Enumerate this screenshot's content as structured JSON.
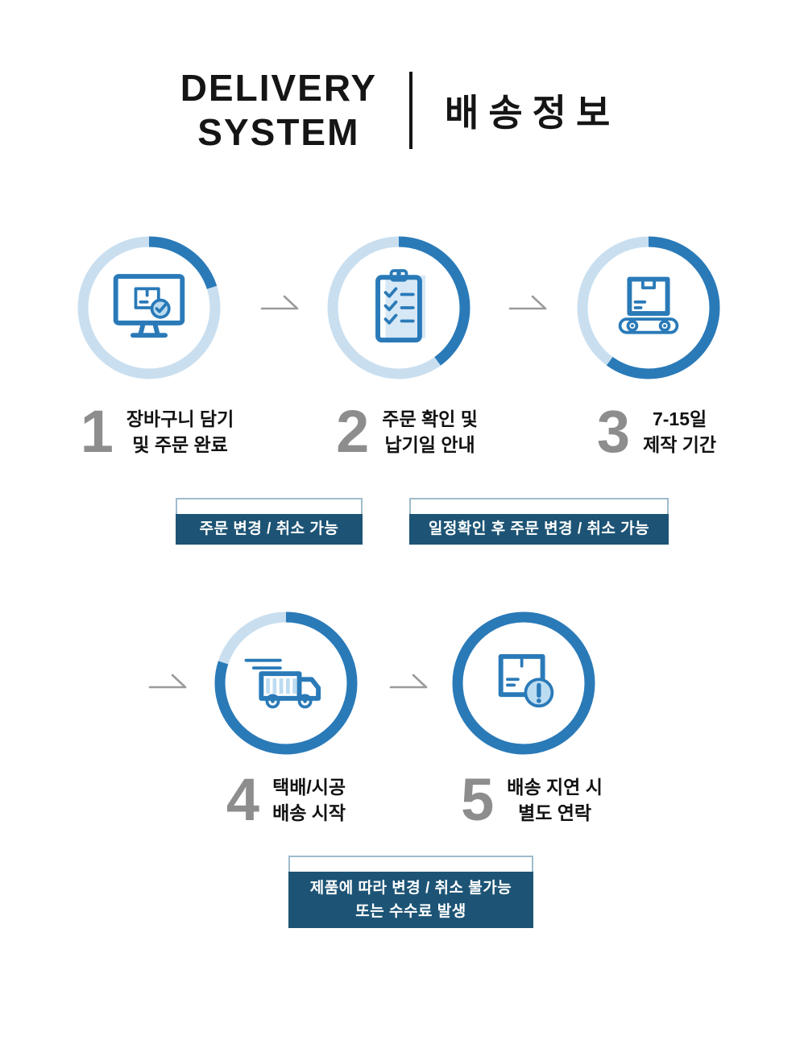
{
  "header": {
    "title_line1": "DELIVERY",
    "title_line2": "SYSTEM",
    "subtitle": "배송정보"
  },
  "steps": [
    {
      "number": "1",
      "label_line1": "장바구니 담기",
      "label_line2": "및 주문 완료",
      "icon": "monitor-order-icon",
      "progress": 0.2
    },
    {
      "number": "2",
      "label_line1": "주문 확인 및",
      "label_line2": "납기일 안내",
      "icon": "clipboard-checklist-icon",
      "progress": 0.4
    },
    {
      "number": "3",
      "label_line1": "7-15일",
      "label_line2": "제작 기간",
      "icon": "conveyor-box-icon",
      "progress": 0.6
    },
    {
      "number": "4",
      "label_line1": "택배/시공",
      "label_line2": "배송 시작",
      "icon": "delivery-truck-icon",
      "progress": 0.8
    },
    {
      "number": "5",
      "label_line1": "배송 지연 시",
      "label_line2": "별도 연락",
      "icon": "box-alert-icon",
      "progress": 1.0
    }
  ],
  "callouts": [
    {
      "text": "주문 변경 / 취소 가능"
    },
    {
      "text": "일정확인 후 주문 변경 / 취소 가능"
    },
    {
      "line1": "제품에 따라 변경 / 취소 불가능",
      "line2": "또는 수수료 발생"
    }
  ],
  "colors": {
    "accent_blue": "#2a7ab8",
    "ring_light_blue": "#c9dff0",
    "callout_navy": "#1d5475",
    "number_gray": "#8d8d8d",
    "arrow_gray": "#9b9b9b"
  }
}
